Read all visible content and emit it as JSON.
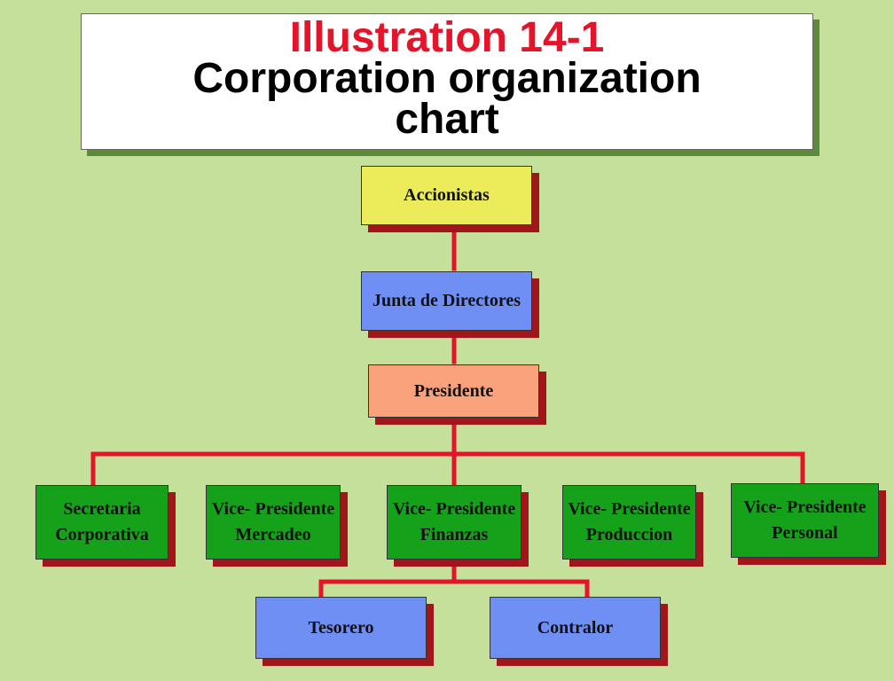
{
  "title": {
    "line1": "Illustration 14-1",
    "line2": "Corporation organization",
    "line3": "chart"
  },
  "nodes": {
    "accionistas": "Accionistas",
    "junta": "Junta de Directores",
    "presidente": "Presidente",
    "secretaria": "Secretaria Corporativa",
    "vp_mercadeo": "Vice- Presidente Mercadeo",
    "vp_finanzas": "Vice- Presidente Finanzas",
    "vp_produccion": "Vice- Presidente Produccion",
    "vp_personal": "Vice- Presidente Personal",
    "tesorero": "Tesorero",
    "contralor": "Contralor"
  },
  "colors": {
    "background": "#c4e09a",
    "title_accent": "#e4142b",
    "connector": "#e4142b",
    "shadow": "#a0161b",
    "yellow_box": "#ecec5a",
    "blue_box": "#6f8ff5",
    "salmon_box": "#f9a27c",
    "green_box": "#15a11a"
  }
}
